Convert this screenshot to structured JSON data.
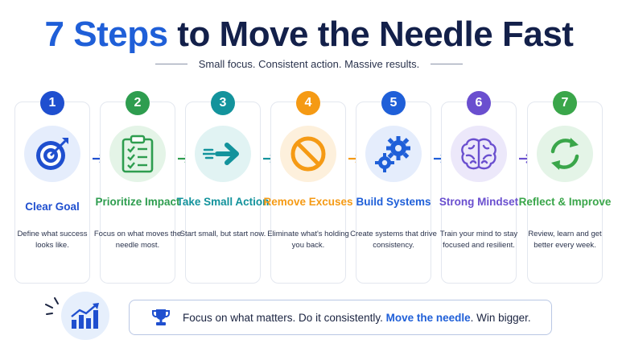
{
  "header": {
    "title_accent": "7 Steps",
    "title_rest": " to Move the Needle Fast",
    "subtitle": "Small focus. Consistent action. Massive results."
  },
  "colors": {
    "step1": "#1f4fcf",
    "step2": "#2e9d4f",
    "step3": "#13939c",
    "step4": "#f59a14",
    "step5": "#1f5fd8",
    "step6": "#6a4fcf",
    "step7": "#3aa64a"
  },
  "steps": [
    {
      "number": "1",
      "title": "Clear Goal",
      "description": "Define what success looks like.",
      "icon": "target-icon"
    },
    {
      "number": "2",
      "title": "Prioritize Impact",
      "description": "Focus on what moves the needle most.",
      "icon": "checklist-icon"
    },
    {
      "number": "3",
      "title": "Take Small Action",
      "description": "Start small, but start now.",
      "icon": "fast-arrow-icon"
    },
    {
      "number": "4",
      "title": "Remove Excuses",
      "description": "Eliminate what's holding you back.",
      "icon": "no-sign-icon"
    },
    {
      "number": "5",
      "title": "Build Systems",
      "description": "Create systems that drive consistency.",
      "icon": "gears-icon"
    },
    {
      "number": "6",
      "title": "Strong Mindset",
      "description": "Train your mind to stay focused and resilient.",
      "icon": "brain-icon"
    },
    {
      "number": "7",
      "title": "Reflect & Improve",
      "description": "Review, learn and get better every week.",
      "icon": "refresh-icon"
    }
  ],
  "banner": {
    "text_before": "Focus on what matters. Do it consistently. ",
    "highlight": "Move the needle",
    "text_after": ". Win bigger."
  }
}
